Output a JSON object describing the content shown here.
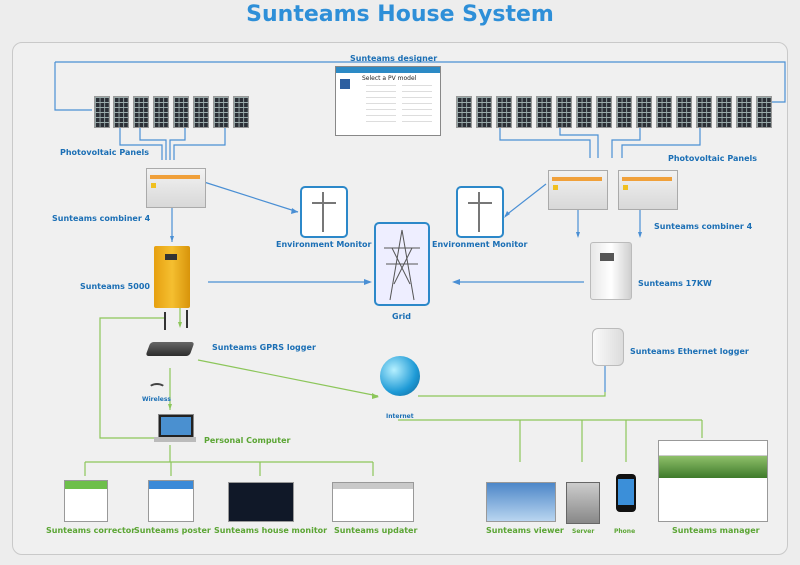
{
  "title": "Sunteams House System",
  "colors": {
    "blue_line": "#4a8fd4",
    "green_line": "#8cc65a",
    "blue_text": "#1b6fb5",
    "green_text": "#5ba534"
  },
  "labels": {
    "designer": "Sunteams designer",
    "pv_left": "Photovoltaic Panels",
    "pv_right": "Photovoltaic Panels",
    "combiner_left": "Sunteams combiner 4",
    "combiner_right": "Sunteams combiner 4",
    "env_left": "Environment Monitor",
    "env_right": "Environment Monitor",
    "inv_left": "Sunteams 5000",
    "inv_right": "Sunteams 17KW",
    "grid": "Grid",
    "gprs": "Sunteams GPRS logger",
    "ethernet": "Sunteams Ethernet logger",
    "wireless": "Wireless",
    "internet": "Internet",
    "pc": "Personal Computer",
    "corrector": "Sunteams corrector",
    "poster": "Sunteams poster",
    "house_monitor": "Sunteams house monitor",
    "updater": "Sunteams updater",
    "viewer": "Sunteams viewer",
    "server": "Server",
    "phone": "Phone",
    "manager": "Sunteams manager"
  },
  "designer_window": {
    "heading": "Select a PV model"
  }
}
